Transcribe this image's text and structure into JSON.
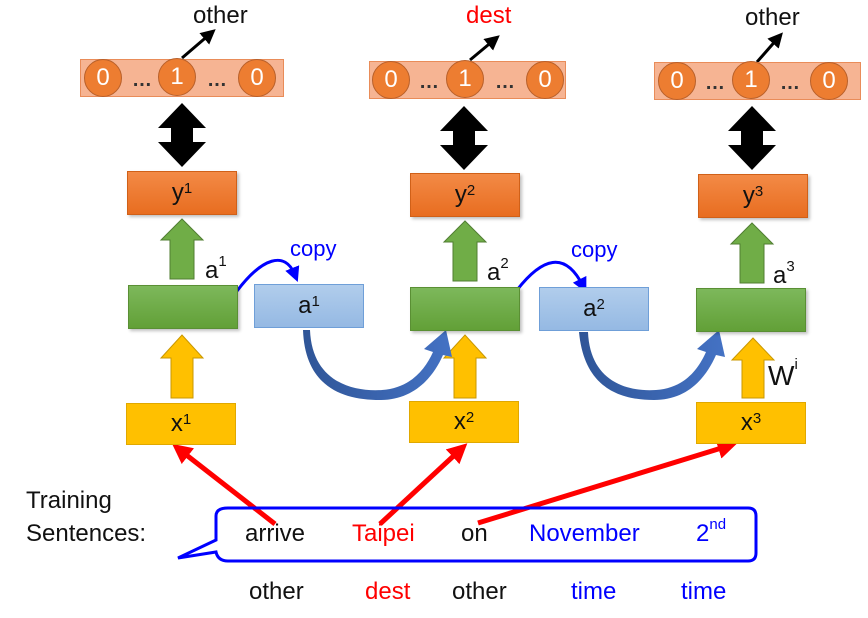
{
  "colors": {
    "black": "#111111",
    "red": "#ff0000",
    "blue": "#0000ff",
    "orange": "#ed7d31",
    "green": "#70ad47",
    "gold": "#ffc000",
    "lightblue": "#9dc3e6",
    "darkblue": "#2f5597"
  },
  "columns": [
    {
      "output_label": "other",
      "output_color": "#111111",
      "onehot": [
        "0",
        "…",
        "1",
        "…",
        "0"
      ],
      "y": "y",
      "y_sup": "1",
      "a": "a",
      "a_sup": "1",
      "x": "x",
      "x_sup": "1"
    },
    {
      "output_label": "dest",
      "output_color": "#ff0000",
      "onehot": [
        "0",
        "…",
        "1",
        "…",
        "0"
      ],
      "y": "y",
      "y_sup": "2",
      "a": "a",
      "a_sup": "2",
      "x": "x",
      "x_sup": "2"
    },
    {
      "output_label": "other",
      "output_color": "#111111",
      "onehot": [
        "0",
        "…",
        "1",
        "…",
        "0"
      ],
      "y": "y",
      "y_sup": "3",
      "a": "a",
      "a_sup": "3",
      "x": "x",
      "x_sup": "3"
    }
  ],
  "copies": [
    {
      "label": "copy",
      "cell": "a",
      "cell_sup": "1"
    },
    {
      "label": "copy",
      "cell": "a",
      "cell_sup": "2"
    }
  ],
  "weight_label": {
    "text": "W",
    "sup": "i"
  },
  "training": {
    "title_line1": "Training",
    "title_line2": "Sentences:",
    "words": [
      {
        "text": "arrive",
        "color": "#111111"
      },
      {
        "text": "Taipei",
        "color": "#ff0000"
      },
      {
        "text": "on",
        "color": "#111111"
      },
      {
        "text": "November",
        "color": "#0000ff"
      },
      {
        "text": "2",
        "sup": "nd",
        "color": "#0000ff"
      }
    ],
    "tags": [
      {
        "text": "other",
        "color": "#111111"
      },
      {
        "text": "dest",
        "color": "#ff0000"
      },
      {
        "text": "other",
        "color": "#111111"
      },
      {
        "text": "time",
        "color": "#0000ff"
      },
      {
        "text": "time",
        "color": "#0000ff"
      }
    ]
  }
}
